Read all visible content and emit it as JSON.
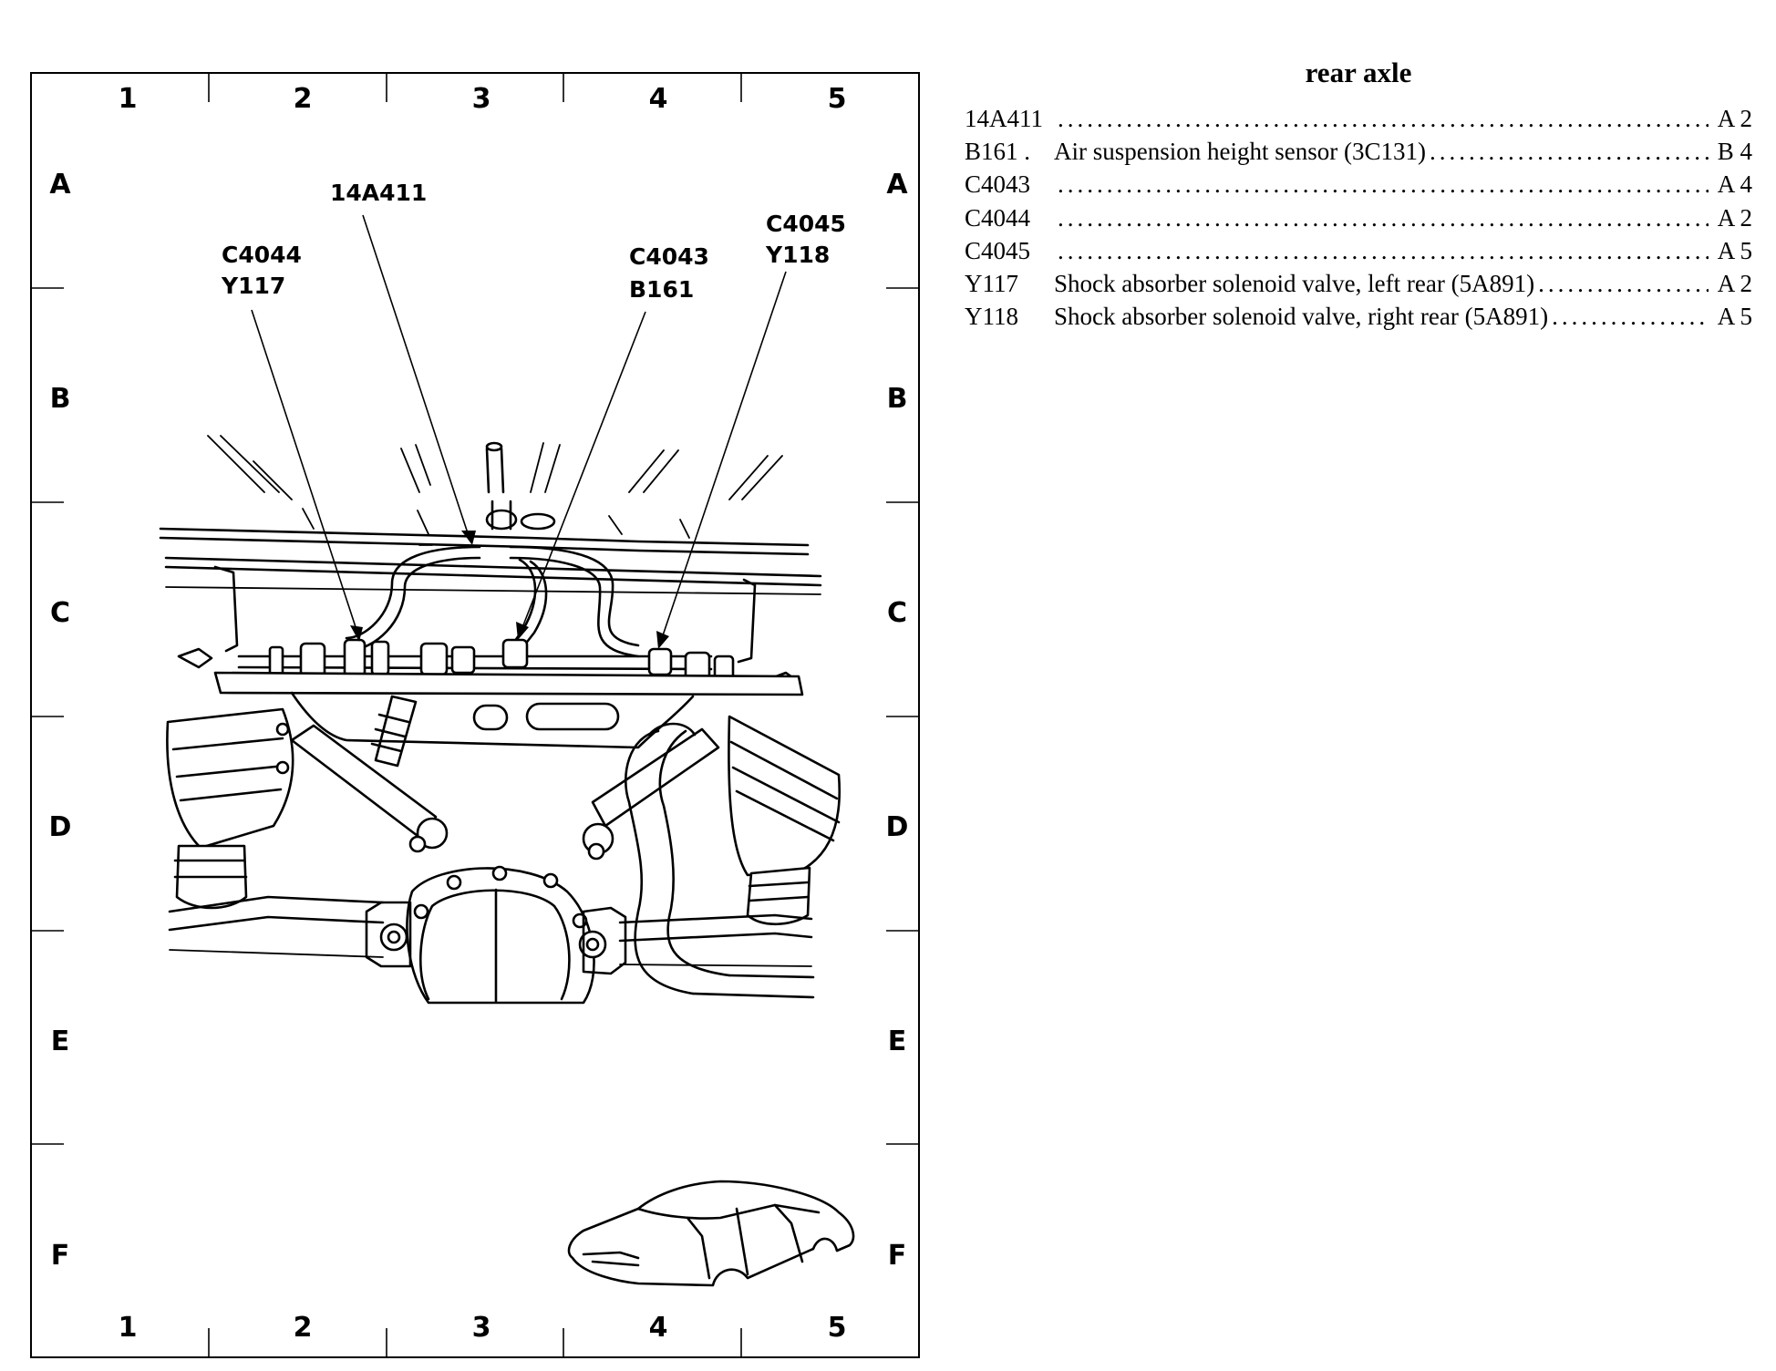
{
  "grid": {
    "columns": [
      "1",
      "2",
      "3",
      "4",
      "5"
    ],
    "rows": [
      "A",
      "B",
      "C",
      "D",
      "E",
      "F"
    ]
  },
  "callouts": {
    "c4044": "C4044",
    "y117": "Y117",
    "a14a411": "14A411",
    "c4043": "C4043",
    "b161": "B161",
    "c4045": "C4045",
    "y118": "Y118"
  },
  "legend": {
    "title": "rear axle",
    "entries": [
      {
        "code": "14A411",
        "description": "",
        "location": "A 2"
      },
      {
        "code": "B161 .",
        "description": "Air suspension height sensor (3C131)",
        "location": "B 4"
      },
      {
        "code": "C4043",
        "description": "",
        "location": "A 4"
      },
      {
        "code": "C4044",
        "description": "",
        "location": "A 2"
      },
      {
        "code": "C4045",
        "description": "",
        "location": "A 5"
      },
      {
        "code": "Y117",
        "description": "Shock absorber solenoid valve, left rear (5A891)",
        "location": "A 2"
      },
      {
        "code": "Y118",
        "description": "Shock absorber solenoid valve, right rear (5A891)",
        "location": "A 5"
      }
    ]
  }
}
